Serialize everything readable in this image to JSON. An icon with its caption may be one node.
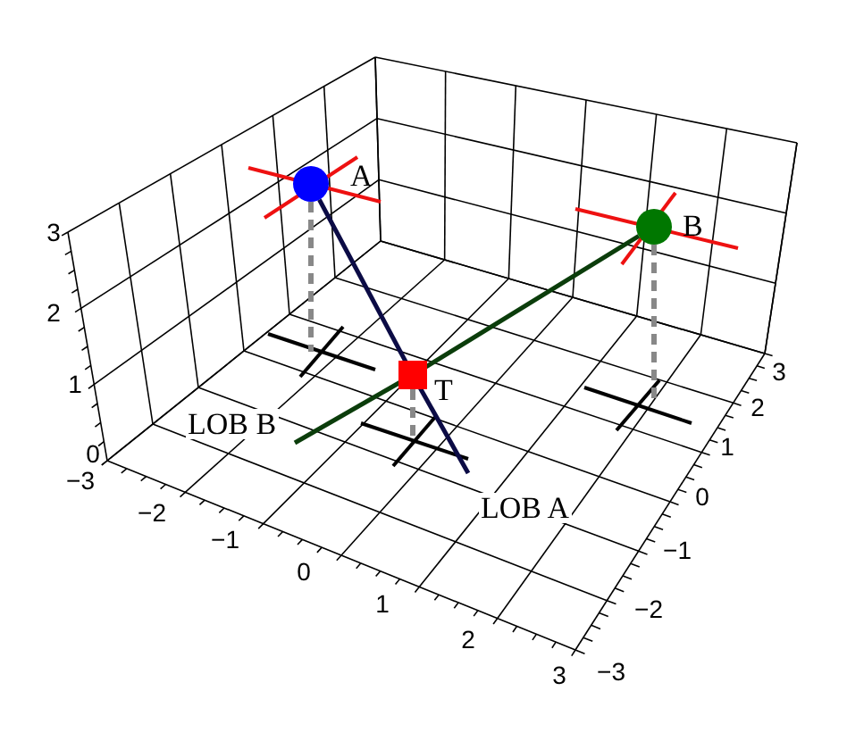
{
  "diagram": {
    "nodes": [
      {
        "text": [],
        "shape": "circle",
        "beside": [
          "A"
        ]
      },
      {
        "text": [],
        "shape": "circle",
        "beside": [
          "B"
        ]
      },
      {
        "text": [],
        "shape": "box",
        "beside": [
          "T"
        ]
      }
    ],
    "edges": [
      {
        "from": 0,
        "to": 2,
        "arrow": "none",
        "color": "#0b0b45"
      },
      {
        "from": 2,
        "to": null,
        "arrow": "none",
        "label": "LOB A",
        "color": "#0b0b45"
      },
      {
        "from": 1,
        "to": 2,
        "arrow": "none",
        "color": "#0b3d0b"
      },
      {
        "from": 2,
        "to": null,
        "arrow": "none",
        "label": "LOB B",
        "color": "#0b3d0b"
      }
    ],
    "labels": [
      "3",
      "2",
      "1",
      "0",
      "−3",
      "−2",
      "−1",
      "0",
      "1",
      "2",
      "3",
      "3",
      "2",
      "1",
      "0",
      "−1",
      "−2",
      "−3"
    ]
  }
}
